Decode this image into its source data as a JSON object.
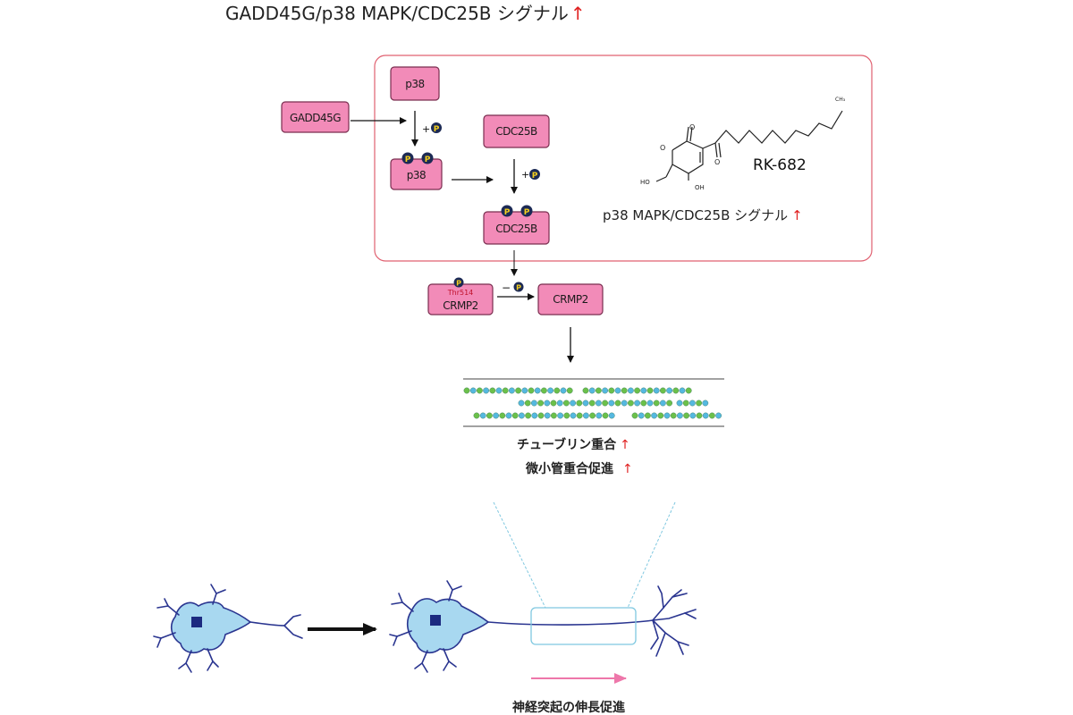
{
  "title": {
    "text": "GADD45G/p38 MAPK/CDC25B シグナル",
    "arrow": "↑"
  },
  "boxes": {
    "gadd45g": "GADD45G",
    "p38": "p38",
    "p38_phos": "p38",
    "cdc25b": "CDC25B",
    "cdc25b_phos": "CDC25B",
    "crmp2_phos": "CRMP2",
    "crmp2_site": "Thr514",
    "crmp2": "CRMP2"
  },
  "phospho": {
    "symbol": "P",
    "plus": "+",
    "minus": "−"
  },
  "compound": {
    "name": "RK-682",
    "atoms": {
      "o1": "O",
      "o2": "O",
      "o3": "O",
      "ho": "HO",
      "oh": "OH",
      "ch3": "CH₃"
    },
    "signal": {
      "text": "p38 MAPK/CDC25B シグナル",
      "arrow": "↑"
    }
  },
  "tubulin": {
    "text": "チューブリン重合",
    "arrow": "↑"
  },
  "microtubule": {
    "text": "微小管重合促進",
    "arrow": "↑"
  },
  "neurite": {
    "text": "神経突起の伸長促進"
  },
  "colors": {
    "box_fill": "#f28bb8",
    "box_stroke": "#7a2d4f",
    "region_border": "#e06070",
    "up_arrow": "#e02020",
    "phospho_fill": "#1c2a55",
    "phospho_text": "#f5d020",
    "neuron_fill": "#a8d8f0",
    "neuron_stroke": "#2a3590",
    "nucleus": "#1c2a80",
    "tubulin_green": "#6cc04a",
    "tubulin_blue": "#55b8e0",
    "zoom_line": "#7fc8e0",
    "pink_arrow": "#ee77aa"
  }
}
